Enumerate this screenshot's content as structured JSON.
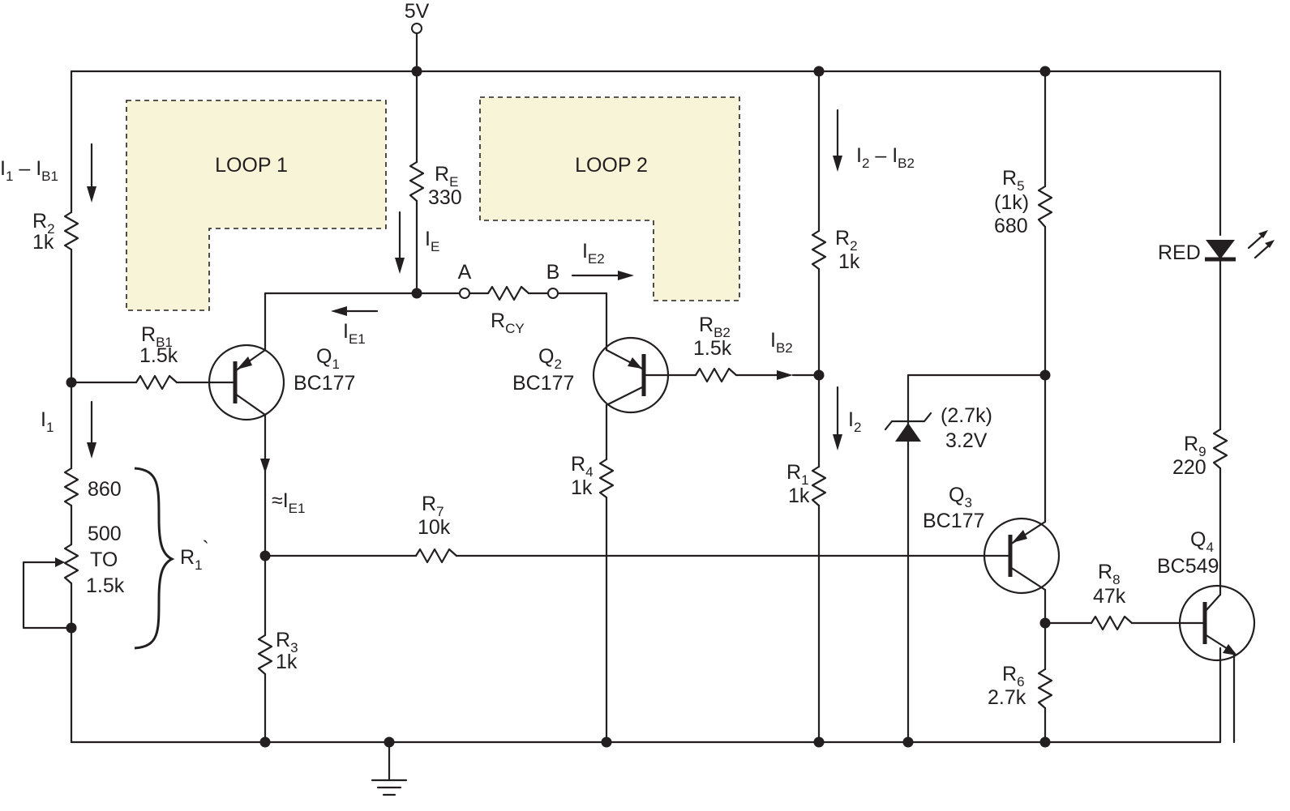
{
  "supply": {
    "label": "5V"
  },
  "loops": {
    "loop1": "LOOP 1",
    "loop2": "LOOP 2"
  },
  "nodes": {
    "a": "A",
    "b": "B"
  },
  "resistors": {
    "re": {
      "letter": "R",
      "sub": "E",
      "value": "330"
    },
    "rcy": {
      "letter": "R",
      "sub": "CY"
    },
    "rb1": {
      "letter": "R",
      "sub": "B1",
      "value": "1.5k"
    },
    "rb2": {
      "letter": "R",
      "sub": "B2",
      "value": "1.5k"
    },
    "r2_left": {
      "letter": "R",
      "sub": "2",
      "value": "1k"
    },
    "r2_right": {
      "letter": "R",
      "sub": "2",
      "value": "1k"
    },
    "r1_right": {
      "letter": "R",
      "sub": "1",
      "value": "1k"
    },
    "r1_fixed": {
      "value": "860"
    },
    "r1_pot": {
      "line1": "500",
      "line2": "TO",
      "line3": "1.5k"
    },
    "r1_adj": {
      "letter": "R",
      "sub": "1",
      "mark": "`"
    },
    "r3": {
      "letter": "R",
      "sub": "3",
      "value": "1k"
    },
    "r4": {
      "letter": "R",
      "sub": "4",
      "value": "1k"
    },
    "r5": {
      "letter": "R",
      "sub": "5",
      "alt": "(1k)",
      "value": "680"
    },
    "r6": {
      "letter": "R",
      "sub": "6",
      "value": "2.7k"
    },
    "r7": {
      "letter": "R",
      "sub": "7",
      "value": "10k"
    },
    "r8": {
      "letter": "R",
      "sub": "8",
      "value": "47k"
    },
    "r9": {
      "letter": "R",
      "sub": "9",
      "value": "220"
    }
  },
  "transistors": {
    "q1": {
      "letter": "Q",
      "sub": "1",
      "part": "BC177"
    },
    "q2": {
      "letter": "Q",
      "sub": "2",
      "part": "BC177"
    },
    "q3": {
      "letter": "Q",
      "sub": "3",
      "part": "BC177"
    },
    "q4": {
      "letter": "Q",
      "sub": "4",
      "part": "BC549"
    }
  },
  "zener": {
    "alt": "(2.7k)",
    "value": "3.2V"
  },
  "led": {
    "label": "RED"
  },
  "currents": {
    "i1_minus_ib1": {
      "a": "I",
      "a_sub": "1",
      "op": " – I",
      "b_sub": "B1"
    },
    "i1": {
      "letter": "I",
      "sub": "1"
    },
    "ie": {
      "letter": "I",
      "sub": "E"
    },
    "ie1": {
      "letter": "I",
      "sub": "E1"
    },
    "ie1_approx": {
      "letter": "≈I",
      "sub": "E1"
    },
    "ie2": {
      "letter": "I",
      "sub": "E2"
    },
    "ib2": {
      "letter": "I",
      "sub": "B2"
    },
    "i2_minus_ib2": {
      "a": "I",
      "a_sub": "2",
      "op": " – I",
      "b_sub": "B2"
    },
    "i2": {
      "letter": "I",
      "sub": "2"
    }
  }
}
